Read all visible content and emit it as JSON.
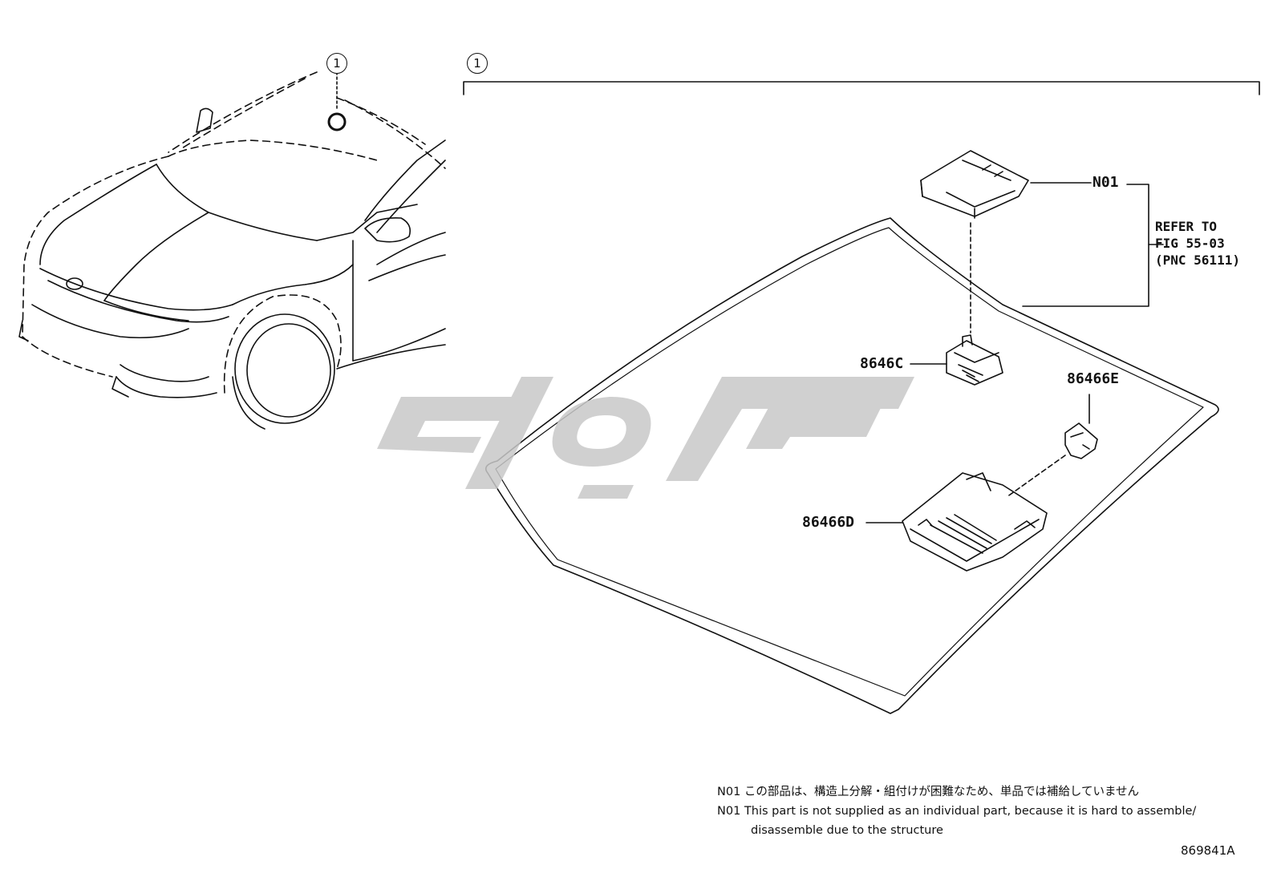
{
  "callouts": {
    "car_view": "1",
    "assembly_bracket": "1"
  },
  "parts": {
    "n01": "N01",
    "p8646c": "8646C",
    "p86466e": "86466E",
    "p86466d": "86466D"
  },
  "refer": {
    "line1": "REFER TO",
    "line2": "FIG 55-03",
    "line3": "(PNC 56111)"
  },
  "notes": {
    "jp_prefix": "N01",
    "jp_text": "この部品は、構造上分解・組付けが困難なため、単品では補給していません",
    "en_prefix": "N01",
    "en_text_line1": "This part is not supplied as an individual part, because it is hard to assemble/",
    "en_text_line2": "disassemble due to the structure"
  },
  "figure_id": "869841A",
  "watermark_name": "kavak-watermark",
  "colors": {
    "line": "#111111",
    "watermark": "#c8c8c8",
    "background": "#ffffff"
  }
}
